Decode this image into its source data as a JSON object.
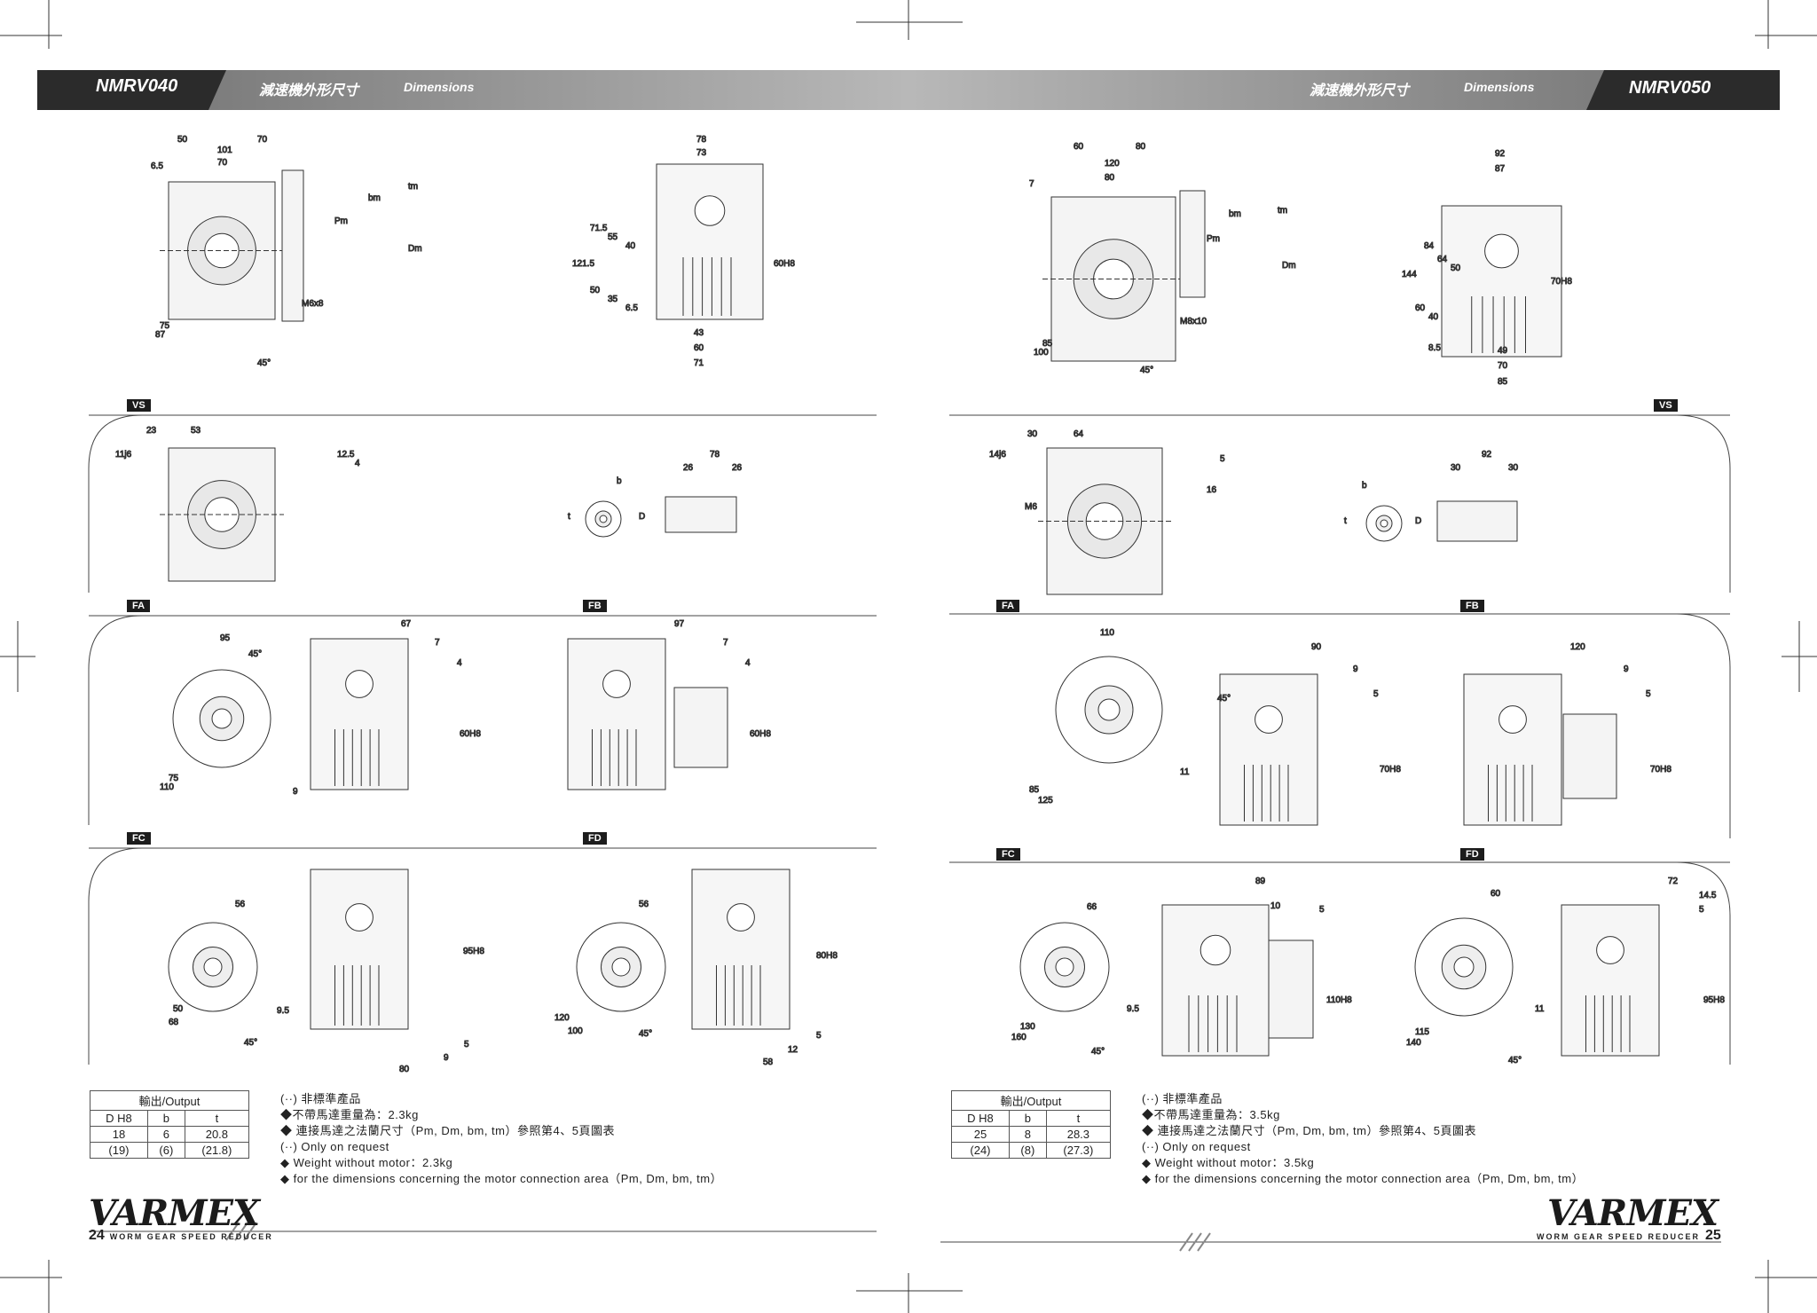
{
  "header": {
    "left_model": "NMRV040",
    "left_title_cn": "減速機外形尺寸",
    "left_title_en": "Dimensions",
    "right_title_cn": "減速機外形尺寸",
    "right_title_en": "Dimensions",
    "right_model": "NMRV050"
  },
  "left": {
    "tags": [
      "VS",
      "FA",
      "FB",
      "FC",
      "FD"
    ],
    "output_table": {
      "caption": "輸出/Output",
      "headers": [
        "D H8",
        "b",
        "t"
      ],
      "rows": [
        [
          "18",
          "6",
          "20.8"
        ],
        [
          "(19)",
          "(6)",
          "(21.8)"
        ]
      ]
    },
    "notes": [
      "(··) 非標準產品",
      "◆不帶馬達重量為：2.3kg",
      "◆ 連接馬達之法蘭尺寸（Pm, Dm, bm, tm）參照第4、5頁圖表",
      "(··) Only on request",
      "◆ Weight without motor：2.3kg",
      "◆ for the dimensions concerning the motor connection area（Pm, Dm, bm, tm）"
    ],
    "dims_main": [
      "50",
      "70",
      "101",
      "70",
      "6.5",
      "bm",
      "tm",
      "Dm",
      "Pm",
      "87",
      "75",
      "M6x8",
      "45°",
      "78",
      "73",
      "121.5",
      "71.5",
      "55",
      "40",
      "50",
      "35",
      "6.5",
      "60H8",
      "43",
      "60",
      "71"
    ],
    "dims_vs": [
      "23",
      "53",
      "11j6",
      "12.5",
      "4",
      "b",
      "t",
      "D",
      "78",
      "26",
      "26"
    ],
    "dims_fa": [
      "95",
      "45°",
      "75",
      "110",
      "9",
      "67",
      "7",
      "4",
      "60H8",
      "97",
      "7",
      "4",
      "60H8"
    ],
    "dims_fc": [
      "56",
      "50",
      "68",
      "9.5",
      "45°",
      "95H8",
      "5",
      "9",
      "80",
      "56",
      "120",
      "100",
      "45°",
      "80H8",
      "5",
      "12",
      "58"
    ],
    "footer_page": "24",
    "footer_sub": "WORM GEAR SPEED REDUCER"
  },
  "right": {
    "tags": [
      "VS",
      "FA",
      "FB",
      "FC",
      "FD"
    ],
    "output_table": {
      "caption": "輸出/Output",
      "headers": [
        "D H8",
        "b",
        "t"
      ],
      "rows": [
        [
          "25",
          "8",
          "28.3"
        ],
        [
          "(24)",
          "(8)",
          "(27.3)"
        ]
      ]
    },
    "notes": [
      "(··) 非標準產品",
      "◆不帶馬達重量為：3.5kg",
      "◆ 連接馬達之法蘭尺寸（Pm, Dm, bm, tm）參照第4、5頁圖表",
      "(··) Only on request",
      "◆ Weight without motor：3.5kg",
      "◆ for the dimensions concerning the motor connection area（Pm, Dm, bm, tm）"
    ],
    "dims_main": [
      "60",
      "80",
      "120",
      "80",
      "7",
      "bm",
      "tm",
      "Dm",
      "Pm",
      "100",
      "85",
      "M8x10",
      "45°",
      "92",
      "87",
      "144",
      "84",
      "64",
      "50",
      "60",
      "40",
      "8.5",
      "70H8",
      "49",
      "70",
      "85"
    ],
    "dims_vs": [
      "30",
      "64",
      "14j6",
      "16",
      "5",
      "M6",
      "b",
      "t",
      "D",
      "92",
      "30",
      "30"
    ],
    "dims_fa": [
      "110",
      "45°",
      "85",
      "125",
      "11",
      "90",
      "9",
      "5",
      "70H8",
      "120",
      "9",
      "5",
      "70H8"
    ],
    "dims_fc": [
      "66",
      "130",
      "160",
      "9.5",
      "45°",
      "89",
      "10",
      "5",
      "110H8",
      "60",
      "115",
      "140",
      "45°",
      "11",
      "72",
      "14.5",
      "5",
      "95H8"
    ],
    "footer_page": "25",
    "footer_sub": "WORM GEAR SPEED REDUCER"
  },
  "brand": {
    "logo_text": "VARMEX"
  },
  "colors": {
    "header_bg": "#8f8f8f",
    "header_dark": "#2b2b2b",
    "tag_bg": "#1c1c1c"
  }
}
